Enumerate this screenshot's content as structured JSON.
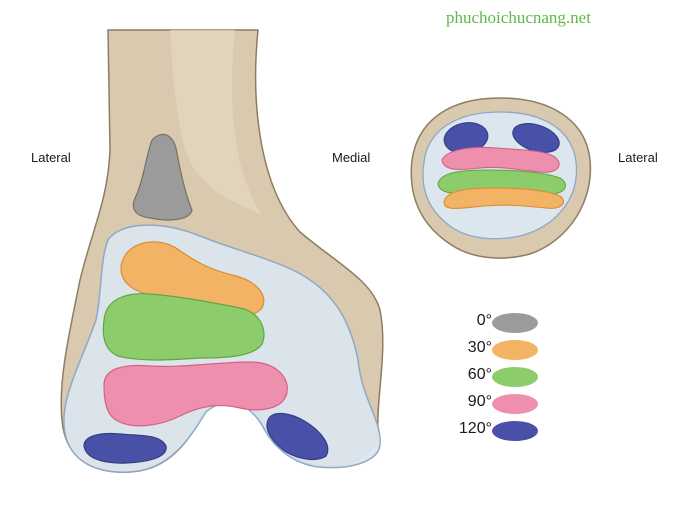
{
  "watermark": "phuchoichucnang.net",
  "labels": {
    "femur_left": "Lateral",
    "femur_right": "Medial",
    "patella_right": "Lateral"
  },
  "legend": [
    {
      "angle": "0°",
      "color": "#9b9b9b"
    },
    {
      "angle": "30°",
      "color": "#f3b364"
    },
    {
      "angle": "60°",
      "color": "#8ccc6a"
    },
    {
      "angle": "90°",
      "color": "#ee8fae"
    },
    {
      "angle": "120°",
      "color": "#4950a8"
    }
  ],
  "colors": {
    "bone": "#d9c9ae",
    "bone_edge": "#8f7d63",
    "cartilage": "#dbe6ee",
    "cartilage_edge": "#8fa7c4"
  }
}
